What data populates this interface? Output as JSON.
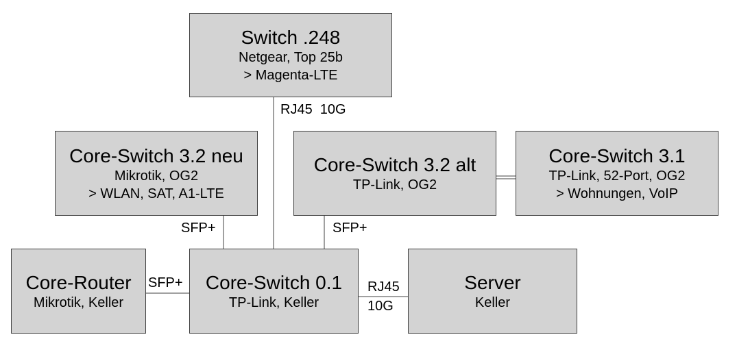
{
  "nodes": {
    "switch_248": {
      "title": "Switch .248",
      "lines": [
        "Netgear, Top 25b",
        "> Magenta-LTE"
      ]
    },
    "core_switch_32_neu": {
      "title": "Core-Switch 3.2 neu",
      "lines": [
        "Mikrotik, OG2",
        "> WLAN, SAT, A1-LTE"
      ]
    },
    "core_switch_32_alt": {
      "title": "Core-Switch 3.2 alt",
      "lines": [
        "TP-Link, OG2"
      ]
    },
    "core_switch_31": {
      "title": "Core-Switch 3.1",
      "lines": [
        "TP-Link, 52-Port, OG2",
        "> Wohnungen, VoIP"
      ]
    },
    "core_router": {
      "title": "Core-Router",
      "lines": [
        "Mikrotik, Keller"
      ]
    },
    "core_switch_01": {
      "title": "Core-Switch 0.1",
      "lines": [
        "TP-Link, Keller"
      ]
    },
    "server": {
      "title": "Server",
      "lines": [
        "Keller"
      ]
    }
  },
  "edges": {
    "switch248_to_cs01": "RJ45  10G",
    "cs32neu_to_cs01": "SFP+",
    "cs32alt_to_cs01": "SFP+",
    "router_to_cs01": "SFP+",
    "cs01_to_server_line1": "RJ45",
    "cs01_to_server_line2": "10G"
  }
}
